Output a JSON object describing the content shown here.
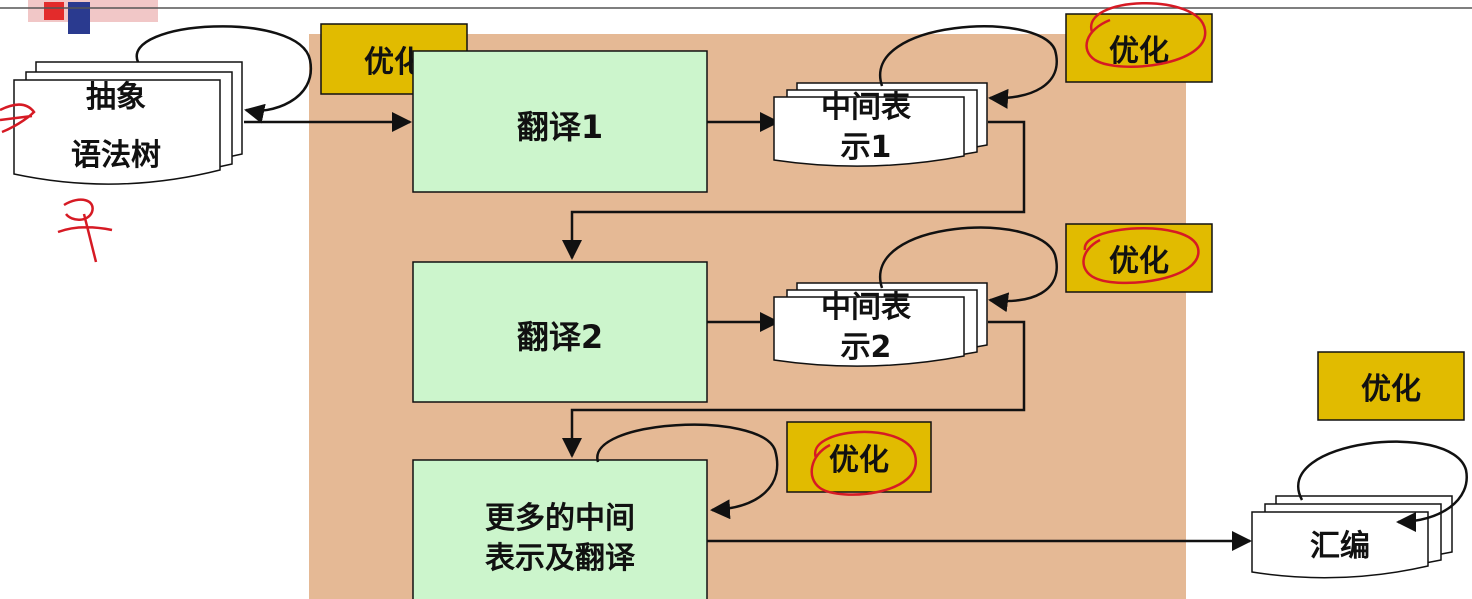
{
  "colors": {
    "panel": "#e5b995",
    "green_box": "#ccf5cc",
    "opt_box": "#e1bb00",
    "doc_fill": "#ffffff",
    "stroke": "#111111",
    "annotation_red": "#d61a24",
    "logo_red": "#e32b2b",
    "logo_blue": "#2a3a8f"
  },
  "inputs": {
    "ast_line1": "抽象",
    "ast_line2": "语法树"
  },
  "stages": [
    {
      "label": "翻译1"
    },
    {
      "label": "翻译2"
    },
    {
      "line1": "更多的中间",
      "line2": "表示及翻译"
    }
  ],
  "intermediates": [
    {
      "line1": "中间表",
      "line2": "示1"
    },
    {
      "line1": "中间表",
      "line2": "示2"
    }
  ],
  "output": {
    "label": "汇编"
  },
  "optimize_label": "优化",
  "annotations": {
    "arrow_mark": "→",
    "handwritten_note": "早"
  }
}
